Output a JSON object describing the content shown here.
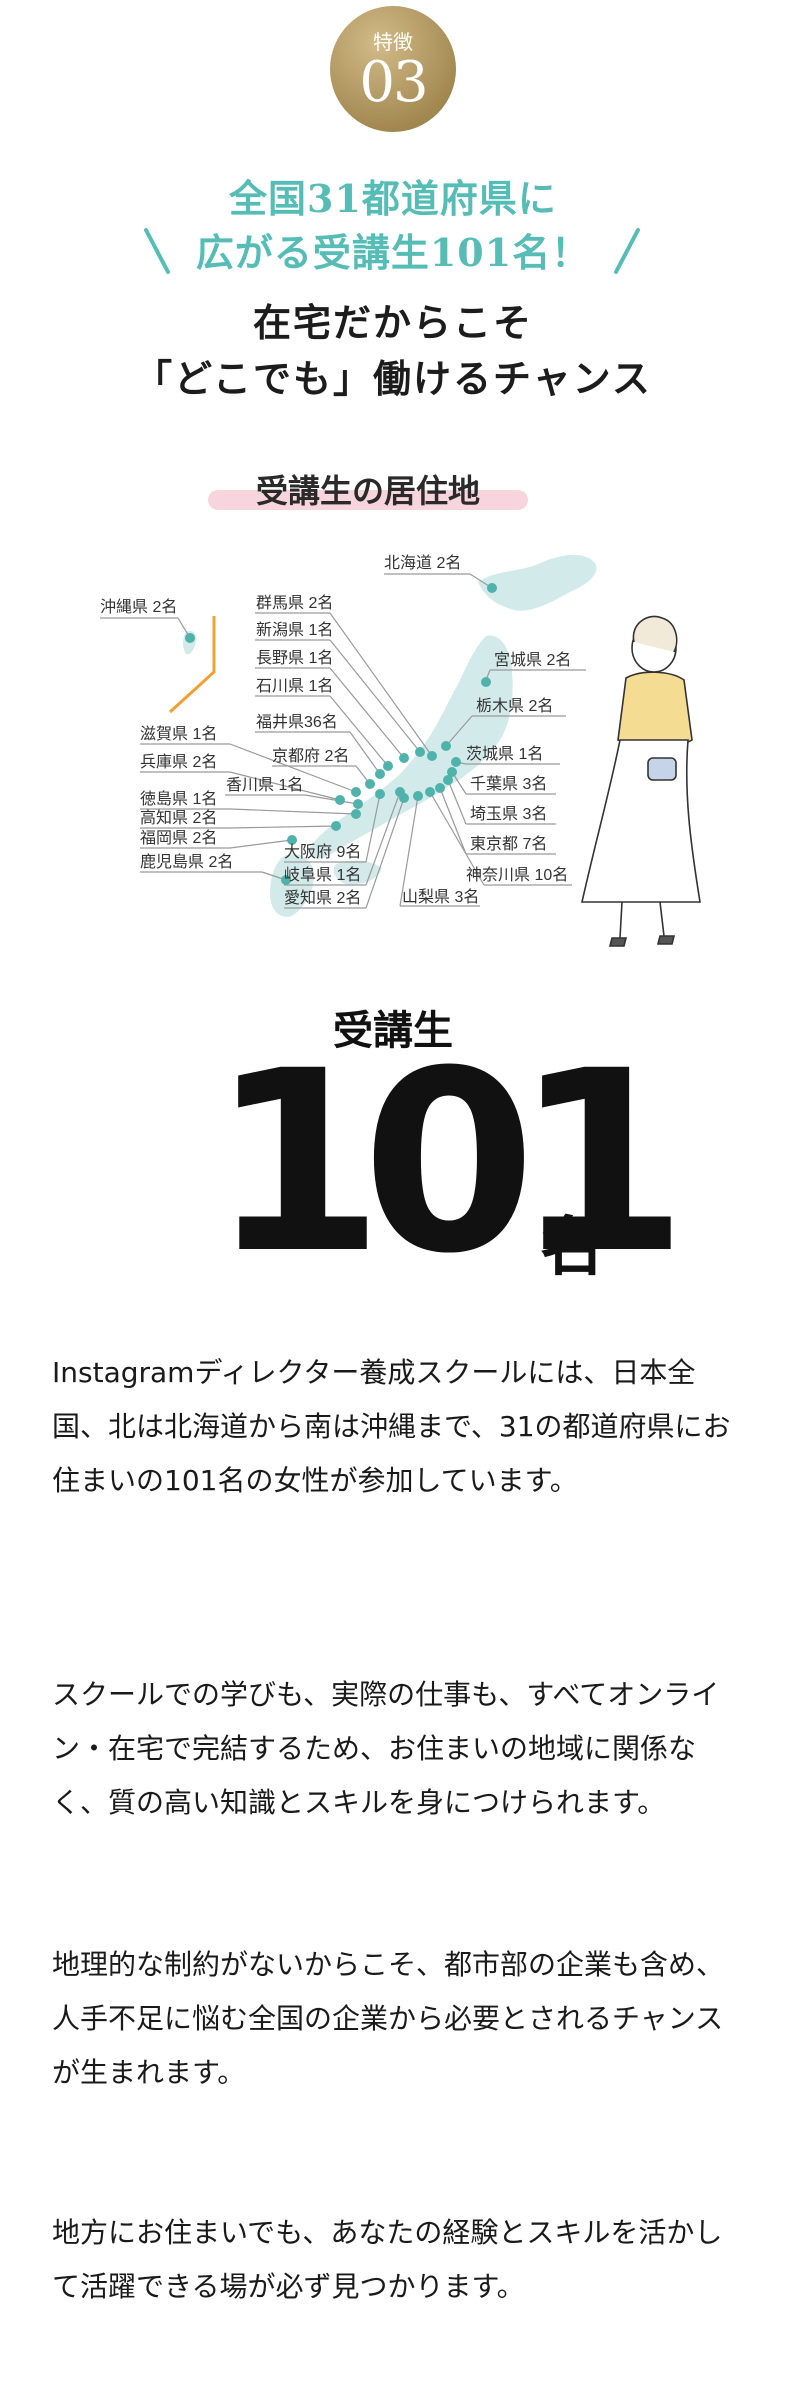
{
  "badge": {
    "label": "特徴",
    "number": "03"
  },
  "headline": {
    "line1": "全国31都道府県に",
    "line2": "広がる受講生101名！"
  },
  "subheadline": {
    "line1": "在宅だからこそ",
    "line2": "「どこでも」働けるチャンス"
  },
  "map": {
    "title": "受講生の居住地",
    "labels": {
      "hokkaido": "北海道 2名",
      "okinawa": "沖縄県 2名",
      "gunma": "群馬県 2名",
      "niigata": "新潟県 1名",
      "nagano": "長野県 1名",
      "ishikawa": "石川県 1名",
      "fukui": "福井県36名",
      "kyoto": "京都府 2名",
      "shiga": "滋賀県 1名",
      "hyogo": "兵庫県 2名",
      "kagawa": "香川県 1名",
      "tokushima": "徳島県 1名",
      "kochi": "高知県 2名",
      "fukuoka": "福岡県 2名",
      "kagoshima": "鹿児島県 2名",
      "osaka": "大阪府 9名",
      "gifu": "岐阜県 1名",
      "aichi": "愛知県 2名",
      "yamanashi": "山梨県 3名",
      "kanagawa": "神奈川県 10名",
      "tokyo": "東京都 7名",
      "saitama": "埼玉県 3名",
      "chiba": "千葉県 3名",
      "ibaraki": "茨城県 1名",
      "tochigi": "栃木県 2名",
      "miyagi": "宮城県 2名"
    }
  },
  "students": {
    "label": "受講生",
    "number": "101",
    "unit": "名"
  },
  "paragraphs": [
    "Instagramディレクター養成スクールには、日本全国、北は北海道から南は沖縄まで、31の都道府県にお住まいの101名の女性が参加しています。",
    "スクールでの学びも、実際の仕事も、すべてオンライン・在宅で完結するため、お住まいの地域に関係なく、質の高い知識とスキルを身につけられます。",
    "地理的な制約がないからこそ、都市部の企業も含め、人手不足に悩む全国の企業から必要とされるチャンスが生まれます。",
    "地方にお住まいでも、あなたの経験とスキルを活かして活躍できる場が必ず見つかります。"
  ],
  "colors": {
    "teal": "#55bdb5",
    "gold": "#a48a52",
    "pink_highlight": "#f7d4de",
    "map_land": "#d3eaea",
    "dot": "#4fb3ab",
    "accent_orange": "#f0a030"
  }
}
